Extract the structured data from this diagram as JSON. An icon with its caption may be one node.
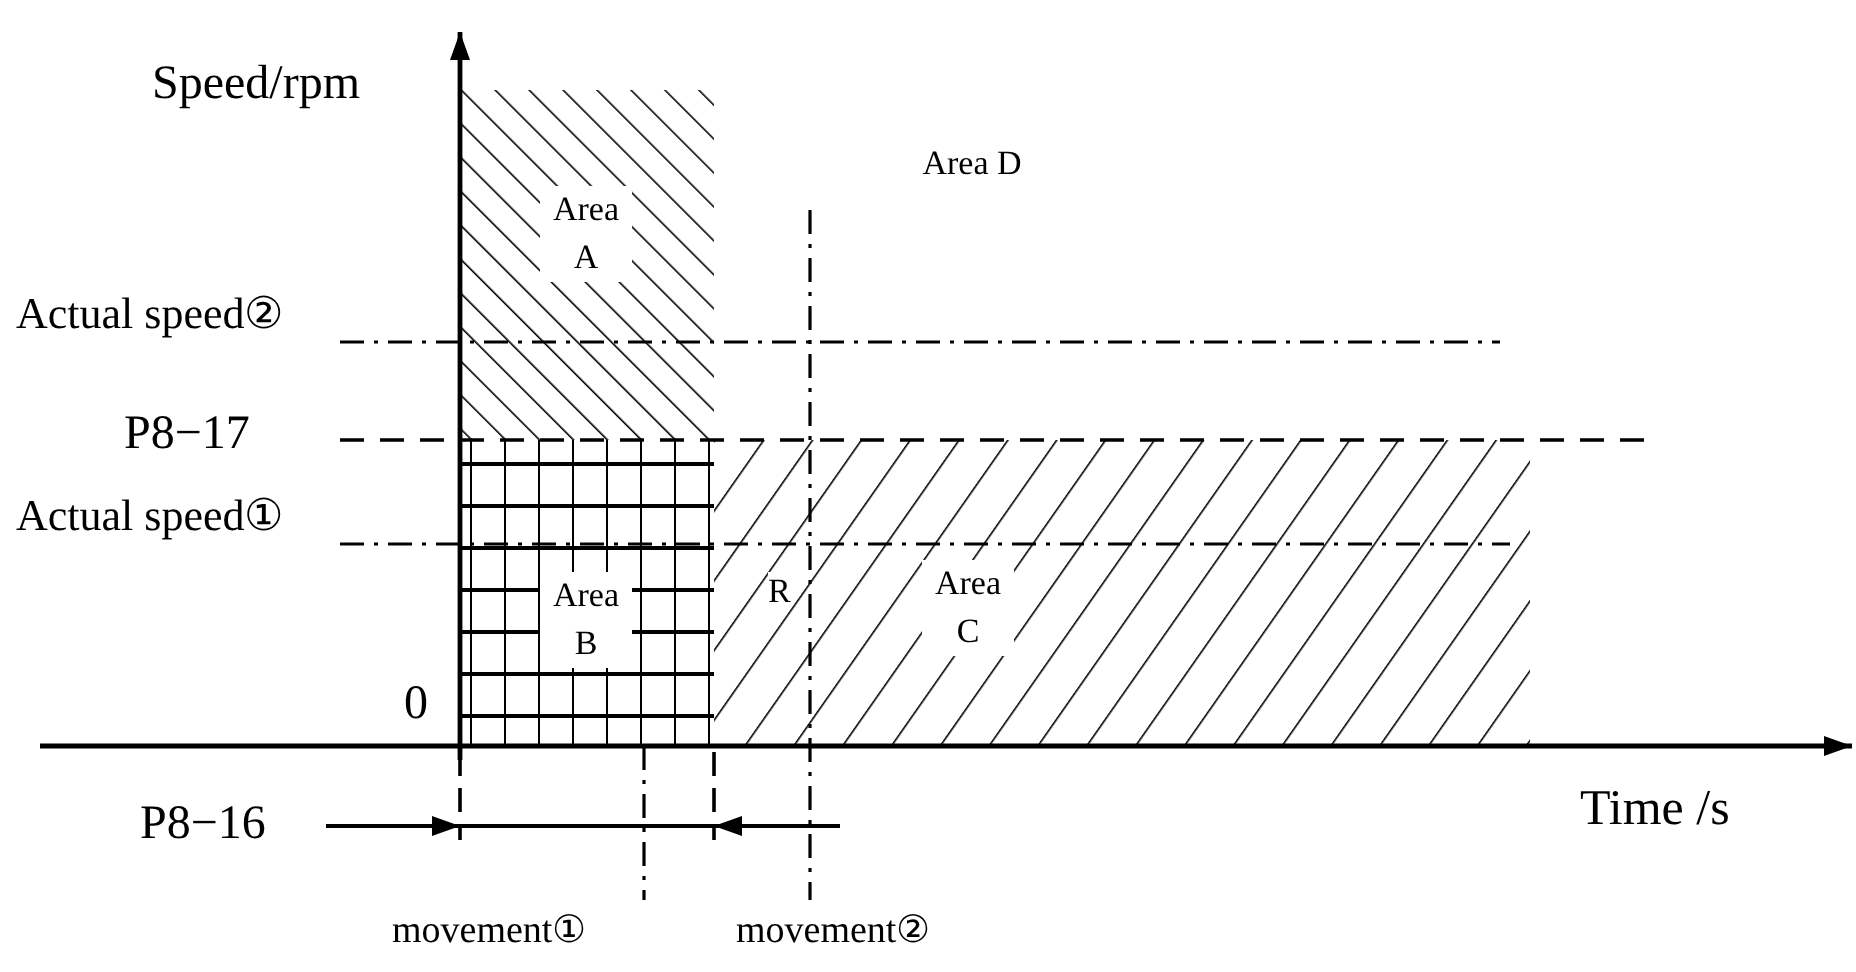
{
  "diagram": {
    "nodes": [
      {
        "text": [
          "Area A"
        ]
      },
      {
        "text": [
          "Area B"
        ]
      },
      {
        "text": [
          "Area C"
        ]
      }
    ],
    "labels": [
      "Speed/rpm",
      "Area D",
      "Actual speed②",
      "P8−17",
      "Actual speed①",
      "R",
      "0",
      "Time /s",
      "P8−16",
      "movement①",
      "movement②"
    ]
  }
}
